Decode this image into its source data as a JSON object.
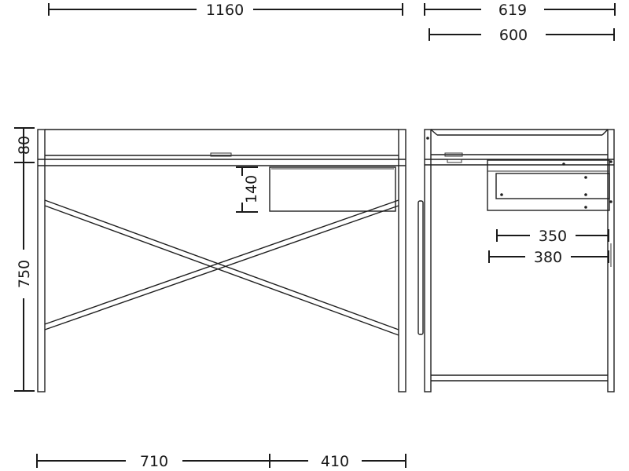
{
  "drawing": {
    "dimensions": {
      "overall_width": "1160",
      "overall_depth": "619",
      "top_depth": "600",
      "top_height": "80",
      "drawer_height": "140",
      "total_height": "750",
      "drawer_depth": "350",
      "drawer_outer_depth": "380",
      "left_section": "710",
      "drawer_section": "410"
    }
  }
}
